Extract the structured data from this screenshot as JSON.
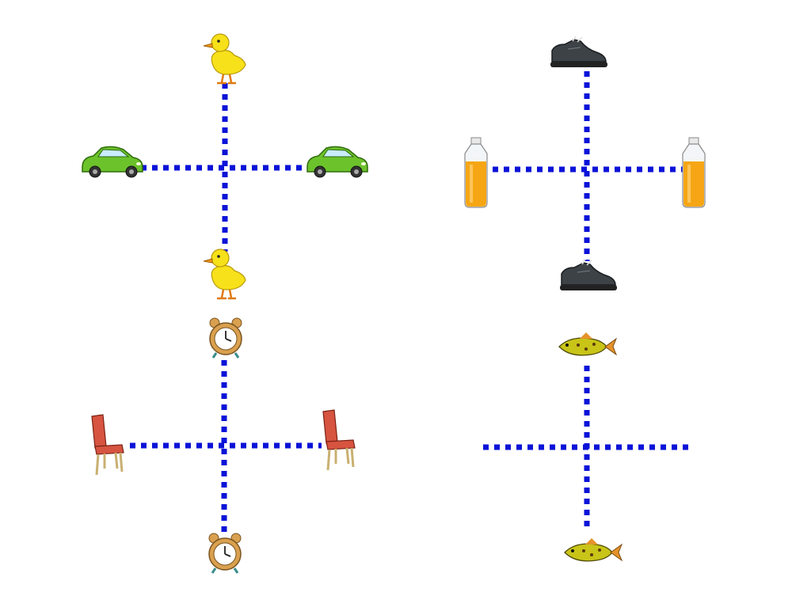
{
  "colors": {
    "dotted_line": "#0a12d8",
    "duck": "#f7e11a",
    "car": "#6cc22b",
    "shoe": "#3d4247",
    "bottle": "#f6a614",
    "clock": "#d9a04f",
    "chair": "#d65440",
    "fish": "#c8c418"
  },
  "puzzles": [
    {
      "id": "top-left",
      "vertical_icon": "duck-icon",
      "horizontal_icon": "car-icon",
      "complete": true
    },
    {
      "id": "top-right",
      "vertical_icon": "shoe-icon",
      "horizontal_icon": "bottle-icon",
      "complete": true
    },
    {
      "id": "bottom-left",
      "vertical_icon": "alarm-clock-icon",
      "horizontal_icon": "chair-icon",
      "complete": true
    },
    {
      "id": "bottom-right",
      "vertical_icon": "fish-icon",
      "horizontal_icon": "",
      "complete": false
    }
  ]
}
